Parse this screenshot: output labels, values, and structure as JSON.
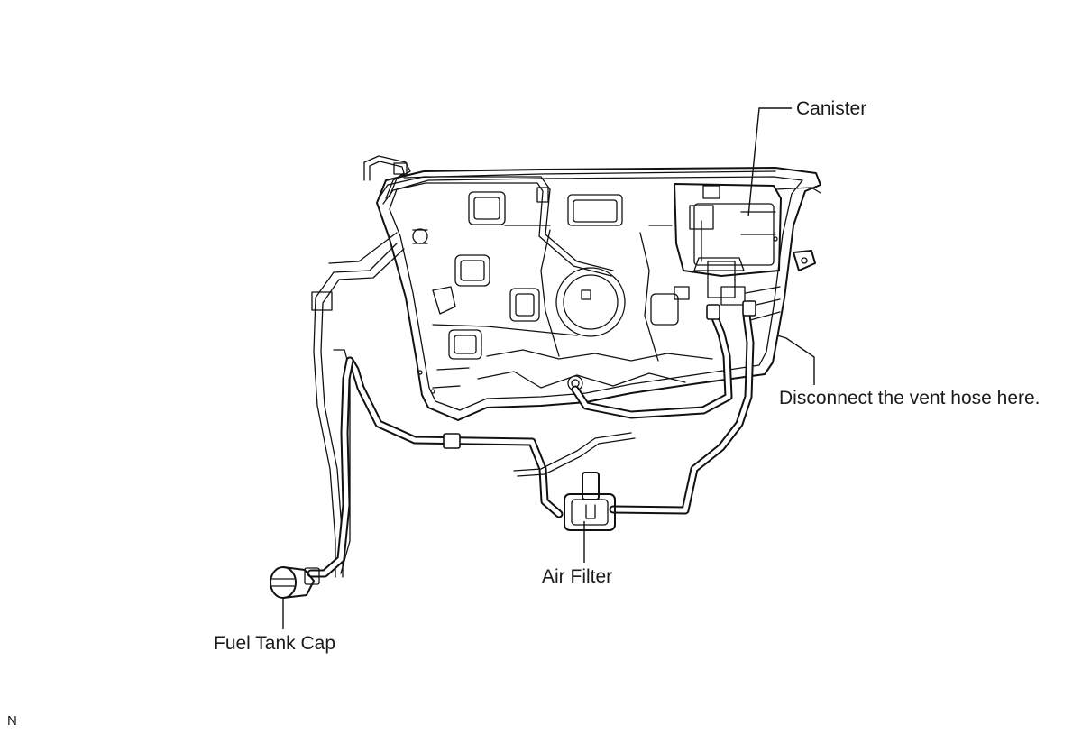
{
  "labels": {
    "canister": "Canister",
    "vent_hose": "Disconnect the vent hose here.",
    "air_filter": "Air Filter",
    "fuel_tank_cap": "Fuel Tank Cap",
    "figure_code": "N"
  },
  "colors": {
    "line": "#111111",
    "background": "#ffffff"
  }
}
